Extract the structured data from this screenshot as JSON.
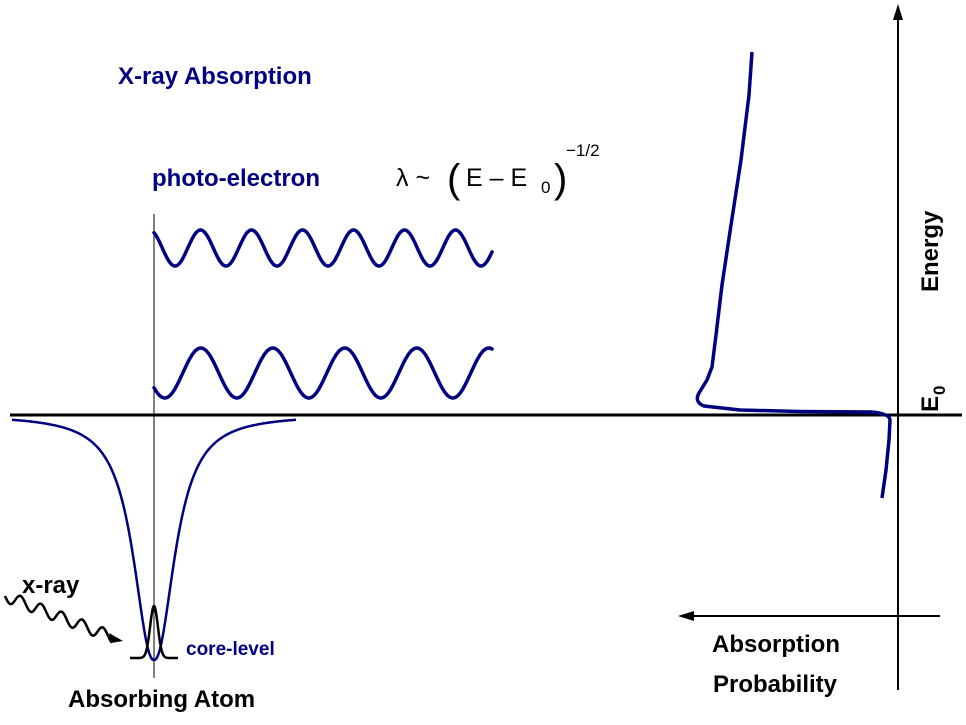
{
  "colors": {
    "curve": "#000080",
    "axis": "#000000",
    "background": "#ffffff"
  },
  "labels": {
    "title": "X-ray Absorption",
    "photo_electron": "photo-electron",
    "formula": {
      "lambda": "λ ~",
      "open_paren": "(",
      "body": "E – E",
      "sub": "0",
      "close_paren": ")",
      "exponent": "−1/2"
    },
    "energy": "Energy",
    "e0": "E",
    "e0_sub": "0",
    "xray": "x-ray",
    "core_level": "core-level",
    "absorbing_atom": "Absorbing Atom",
    "absorption_line1": "Absorption",
    "absorption_line2": "Probability"
  }
}
